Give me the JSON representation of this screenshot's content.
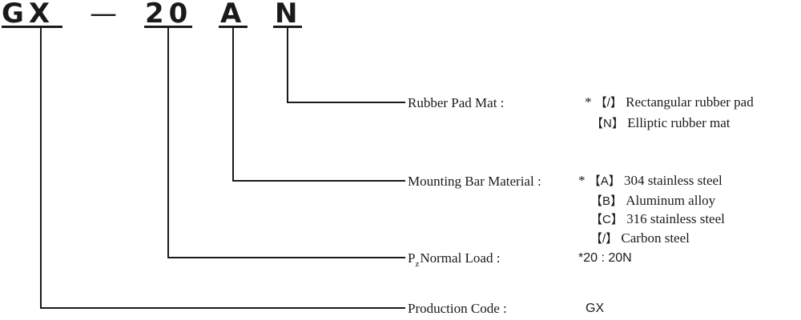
{
  "code": {
    "prefix": "GX",
    "dash": "—",
    "load": "20",
    "material": "A",
    "pad": "N"
  },
  "fields": {
    "rubber_pad": {
      "label": "Rubber Pad Mat :",
      "options": [
        {
          "marker": "*",
          "key": "【/】",
          "text": "Rectangular rubber pad"
        },
        {
          "marker": "",
          "key": "【N】",
          "text": "Elliptic rubber mat"
        }
      ]
    },
    "mounting_bar": {
      "label": "Mounting Bar Material :",
      "options": [
        {
          "marker": "*",
          "key": "【A】",
          "text": "304 stainless steel"
        },
        {
          "marker": "",
          "key": "【B】",
          "text": "Aluminum alloy"
        },
        {
          "marker": "",
          "key": "【C】",
          "text": "316 stainless steel"
        },
        {
          "marker": "",
          "key": "【/】",
          "text": "Carbon steel"
        }
      ]
    },
    "normal_load": {
      "label_prefix": "P",
      "label_sub": "z",
      "label_main": "Normal Load :",
      "value": "*20 : 20N"
    },
    "production_code": {
      "label": "Production Code :",
      "value": "GX"
    }
  }
}
